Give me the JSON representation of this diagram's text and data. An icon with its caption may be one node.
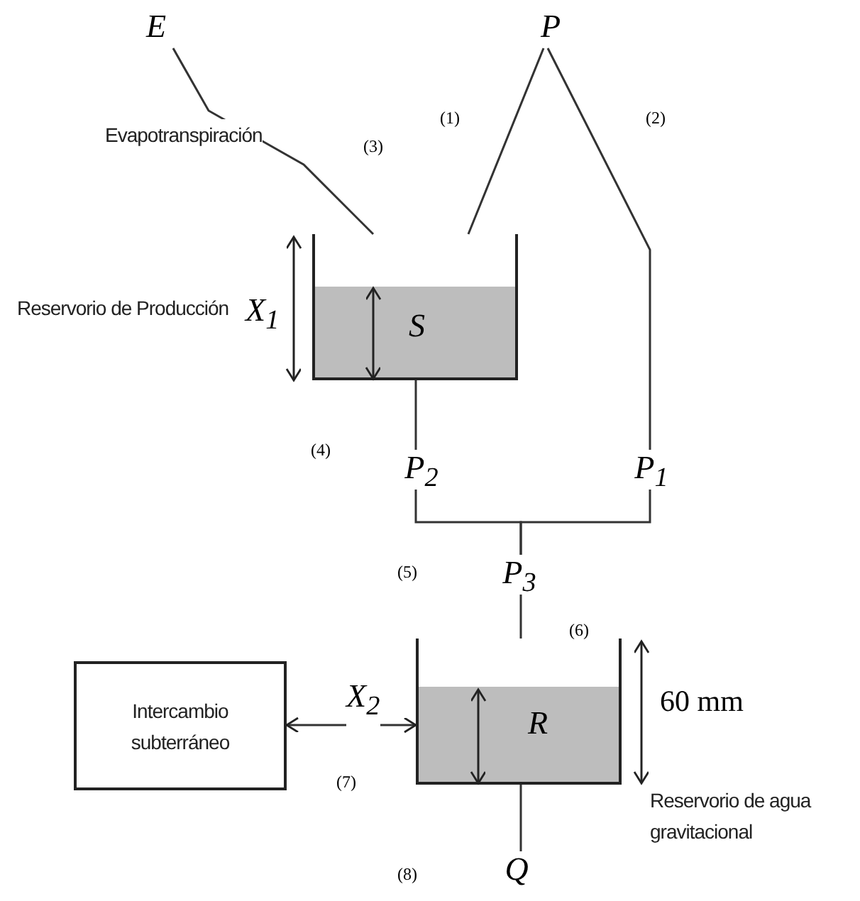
{
  "diagram": {
    "nodes": [
      {
        "text": [
          "E"
        ]
      },
      {
        "text": [
          "P"
        ]
      },
      {
        "text": [
          "S"
        ]
      },
      {
        "text": [
          "P$_{2}$"
        ]
      },
      {
        "text": [
          "P$_{1}$"
        ]
      },
      {
        "text": [
          "P$_{3}$"
        ]
      },
      {
        "text": [
          "R"
        ],
        "beside": [
          "Reservorio de agua gravitacional"
        ]
      },
      {
        "text": [
          "Intercambio subterráneo"
        ]
      },
      {
        "text": [
          "Q"
        ]
      }
    ],
    "edges": [
      {
        "from": 0,
        "to": 2,
        "arrow": "none",
        "label": "Evapotranspiración"
      },
      {
        "from": 1,
        "to": 2,
        "arrow": "none"
      },
      {
        "from": 1,
        "to": 4,
        "arrow": "none"
      },
      {
        "from": 2,
        "to": 3,
        "arrow": "none"
      },
      {
        "from": 3,
        "to": 5,
        "arrow": "none"
      },
      {
        "from": 4,
        "to": 5,
        "arrow": "none"
      },
      {
        "from": 5,
        "to": 6,
        "arrow": "none"
      },
      {
        "from": 7,
        "to": 6,
        "arrow": "both",
        "label": "X$_{2}$"
      },
      {
        "from": 6,
        "to": 8,
        "arrow": "none"
      }
    ],
    "labels": [
      "(1)",
      "(2)",
      "(3)",
      "Reservorio de Producción",
      "X$_{1}$",
      "(4)",
      "(5)",
      "(6)",
      "60 mm",
      "(7)",
      "(8)"
    ]
  }
}
